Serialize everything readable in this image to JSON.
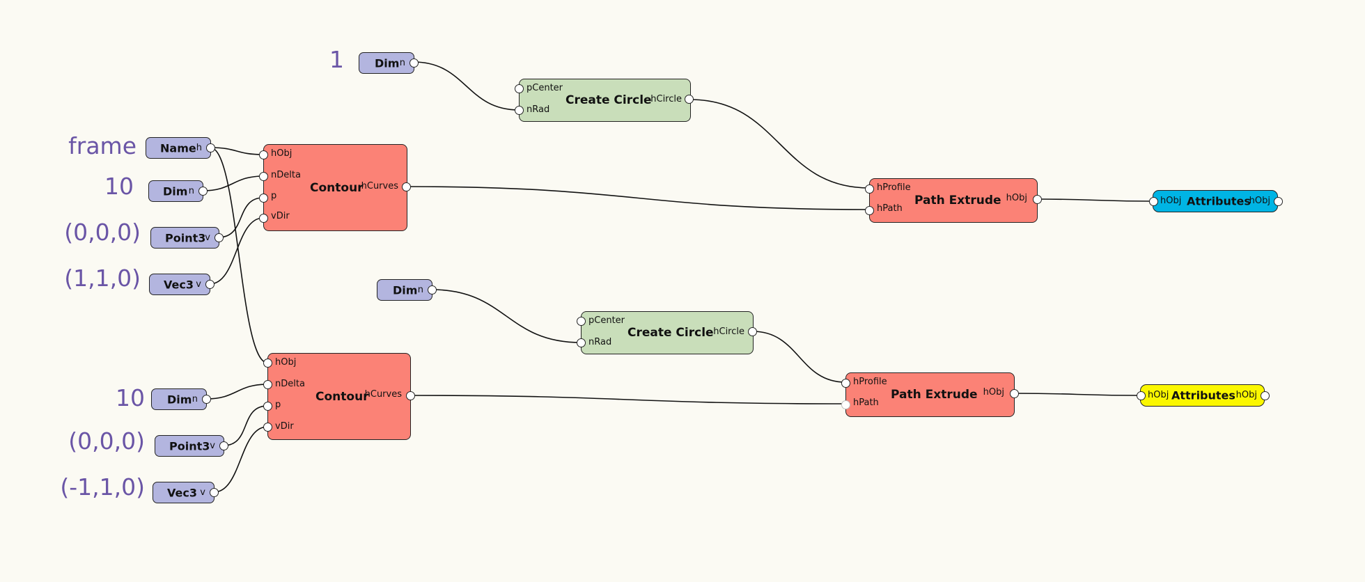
{
  "colors": {
    "background": "#fbfaf3",
    "value_text": "#6a55a6",
    "input_node": "#b3b5df",
    "circle_node": "#c9deba",
    "operator_node": "#fb8276",
    "attributes_top": "#00b4e4",
    "attributes_bottom": "#fbf700",
    "wire": "#111111"
  },
  "values": {
    "dim_top": "1",
    "frame": "frame",
    "dim_upper": "10",
    "point_upper": "(0,0,0)",
    "vec_upper": "(1,1,0)",
    "dim_lower": "10",
    "point_lower": "(0,0,0)",
    "vec_lower": "(-1,1,0)"
  },
  "nodes": {
    "dim_top": {
      "title": "Dim",
      "out": "n"
    },
    "create_circle_top": {
      "title": "Create Circle",
      "in1": "pCenter",
      "in2": "nRad",
      "out": "hCircle"
    },
    "name": {
      "title": "Name",
      "out": "h"
    },
    "dim_upper": {
      "title": "Dim",
      "out": "n"
    },
    "point_upper": {
      "title": "Point3",
      "out": "v"
    },
    "vec_upper": {
      "title": "Vec3",
      "out": "v"
    },
    "contour_upper": {
      "title": "Contour",
      "in1": "hObj",
      "in2": "nDelta",
      "in3": "p",
      "in4": "vDir",
      "out": "hCurves"
    },
    "path_extrude_top": {
      "title": "Path Extrude",
      "in1": "hProfile",
      "in2": "hPath",
      "out": "hObj"
    },
    "attributes_top": {
      "title": "Attributes",
      "in": "hObj",
      "out": "hObj"
    },
    "dim_mid": {
      "title": "Dim",
      "out": "n"
    },
    "create_circle_bottom": {
      "title": "Create Circle",
      "in1": "pCenter",
      "in2": "nRad",
      "out": "hCircle"
    },
    "contour_lower": {
      "title": "Contour",
      "in1": "hObj",
      "in2": "nDelta",
      "in3": "p",
      "in4": "vDir",
      "out": "hCurves"
    },
    "dim_lower": {
      "title": "Dim",
      "out": "n"
    },
    "point_lower": {
      "title": "Point3",
      "out": "v"
    },
    "vec_lower": {
      "title": "Vec3",
      "out": "v"
    },
    "path_extrude_bottom": {
      "title": "Path Extrude",
      "in1": "hProfile",
      "in2": "hPath",
      "out": "hObj"
    },
    "attributes_bottom": {
      "title": "Attributes",
      "in": "hObj",
      "out": "hObj"
    }
  }
}
